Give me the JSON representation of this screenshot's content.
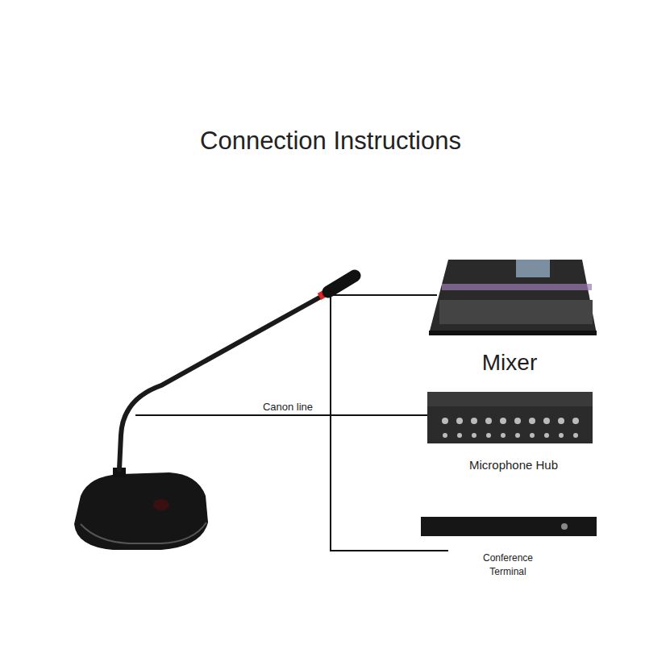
{
  "diagram": {
    "title": "Connection Instructions",
    "nodes": [
      {
        "text": [
          "Mixer"
        ]
      },
      {
        "text": [
          "Microphone Hub"
        ]
      },
      {
        "text": [
          "Conference Terminal"
        ]
      }
    ],
    "labels": [
      "Canon line"
    ]
  }
}
